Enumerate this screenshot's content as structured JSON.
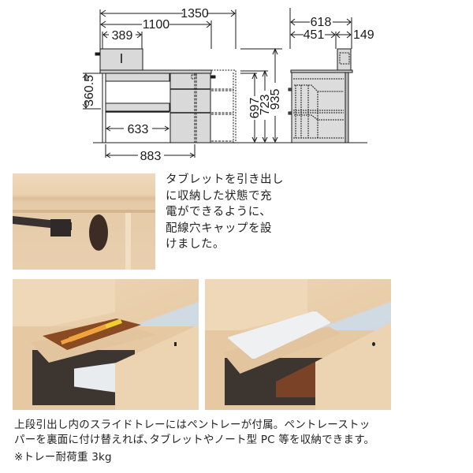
{
  "drawing": {
    "front_view": {
      "dimensions": {
        "total_width": "1350",
        "desk_width": "1100",
        "hutch_width": "389",
        "drawer_height": "360.5",
        "knee_space_width": "633",
        "leg_to_cabinet_width": "883",
        "height_697": "697",
        "height_723": "723",
        "total_height": "935"
      }
    },
    "side_view": {
      "dimensions": {
        "total_depth": "618",
        "desk_depth": "451",
        "hutch_depth": "149"
      }
    }
  },
  "photos": {
    "top": {
      "label": "wiring-hole-cap-photo"
    },
    "left": {
      "label": "pen-tray-photo"
    },
    "right": {
      "label": "tablet-storage-photo"
    }
  },
  "side_text": {
    "lines": [
      "タブレットを引き出し",
      "に収納した状態で充",
      "電ができるように、",
      "配線穴キャップを設",
      "けました。"
    ]
  },
  "caption": {
    "line1": "上段引出し内のスライドトレーにはペントレーが付属。ペントレーストッ",
    "line2": "パーを裏面に付け替えれば､タブレットやノート型 PC 等を収納できます。",
    "note": "※トレー耐荷重 3kg"
  },
  "colors": {
    "wood": "#e8cfad",
    "panel_gray": "#d9d9d9",
    "line": "#1a1a1a",
    "sky": "#cfd9e1"
  }
}
